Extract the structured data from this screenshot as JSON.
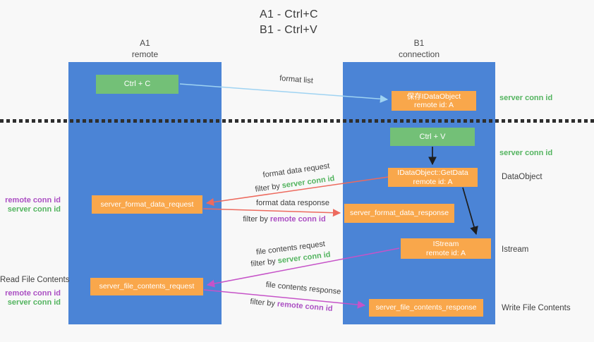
{
  "title": {
    "line1": "A1 - Ctrl+C",
    "line2": "B1 - Ctrl+V"
  },
  "lanes": {
    "a1": {
      "name": "A1",
      "subtitle": "remote"
    },
    "b1": {
      "name": "B1",
      "subtitle": "connection"
    }
  },
  "nodes": {
    "ctrl_c": {
      "label": "Ctrl + C"
    },
    "save_idataobject": {
      "line1": "保存IDataObject",
      "line2": "remote id: A"
    },
    "ctrl_v": {
      "label": "Ctrl + V"
    },
    "getdata": {
      "line1": "IDataObject::GetData",
      "line2": "remote id: A"
    },
    "format_request": {
      "label": "server_format_data_request"
    },
    "format_response": {
      "label": "server_format_data_response"
    },
    "istream": {
      "line1": "IStream",
      "line2": "remote id: A"
    },
    "file_request": {
      "label": "server_file_contents_request"
    },
    "file_response": {
      "label": "server_file_contents_response"
    }
  },
  "edge_labels": {
    "format_list": "format list",
    "format_data_request": {
      "line1": "format data request",
      "prefix": "filter by ",
      "id": "server conn id"
    },
    "format_data_response": {
      "line1": "format data response",
      "prefix": "filter by ",
      "id": "remote conn id"
    },
    "file_contents_request": {
      "line1": "file contents request",
      "prefix": "filter by ",
      "id": "server conn id"
    },
    "file_contents_response": {
      "line1": "file contents response",
      "prefix": "filter by ",
      "id": "remote conn id"
    }
  },
  "side_labels": {
    "right": {
      "server_conn_id_top": "server conn id",
      "server_conn_id_mid": "server conn id",
      "dataobject": "DataObject",
      "istream": "Istream",
      "write_file_contents": "Write File Contents"
    },
    "left": {
      "remote_conn_id_top": "remote conn id",
      "server_conn_id_top": "server conn id",
      "read_file_contents": "Read File Contents",
      "remote_conn_id_bottom": "remote conn id",
      "server_conn_id_bottom": "server conn id"
    }
  },
  "colors": {
    "lane_blue": "#4b84d6",
    "node_green": "#73c077",
    "node_orange": "#f9a74b",
    "label_green": "#53b45f",
    "label_purple": "#ab4fc3",
    "arrow_red": "#ed6a5e",
    "arrow_magenta": "#c653c8",
    "arrow_light_blue": "#9fd3f2",
    "arrow_black": "#1d1d1d",
    "text_gray": "#3f3f3f",
    "background": "#f8f8f8"
  }
}
